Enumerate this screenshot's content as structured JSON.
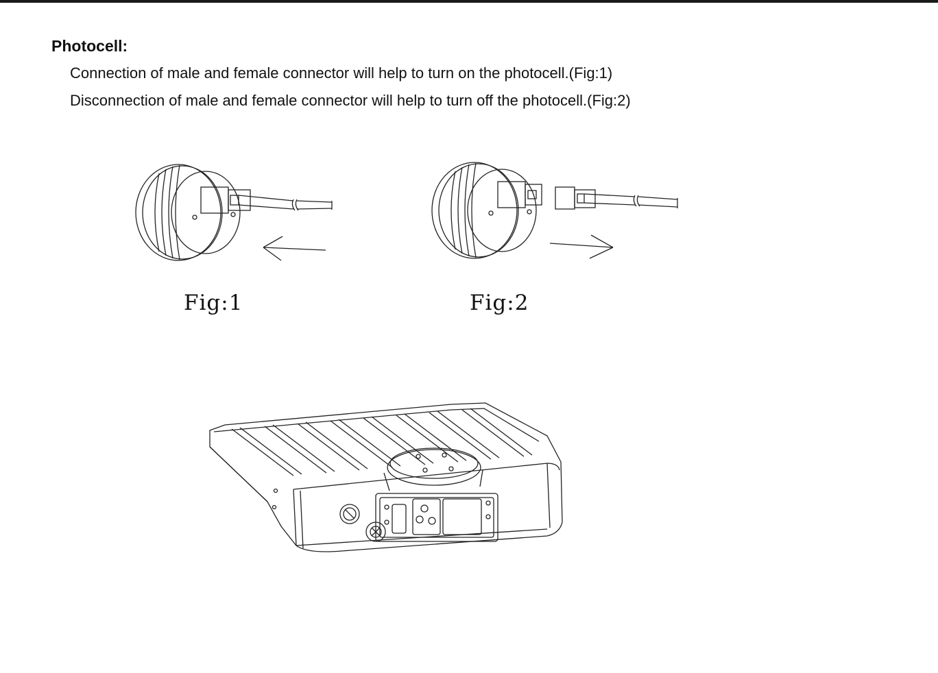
{
  "section": {
    "heading": "Photocell:",
    "lines": [
      "Connection of male and female connector will help to turn on the photocell.(Fig:1)",
      "Disconnection of male and female connector will help to turn off the photocell.(Fig:2)"
    ]
  },
  "figures": [
    {
      "caption": "Fig:1",
      "state": "connected",
      "arrow": "left-arrow-icon"
    },
    {
      "caption": "Fig:2",
      "state": "disconnected",
      "arrow": "right-arrow-icon"
    }
  ],
  "colors": {
    "line_art": "#222222",
    "text": "#111111",
    "rule": "#1a1a1a"
  }
}
